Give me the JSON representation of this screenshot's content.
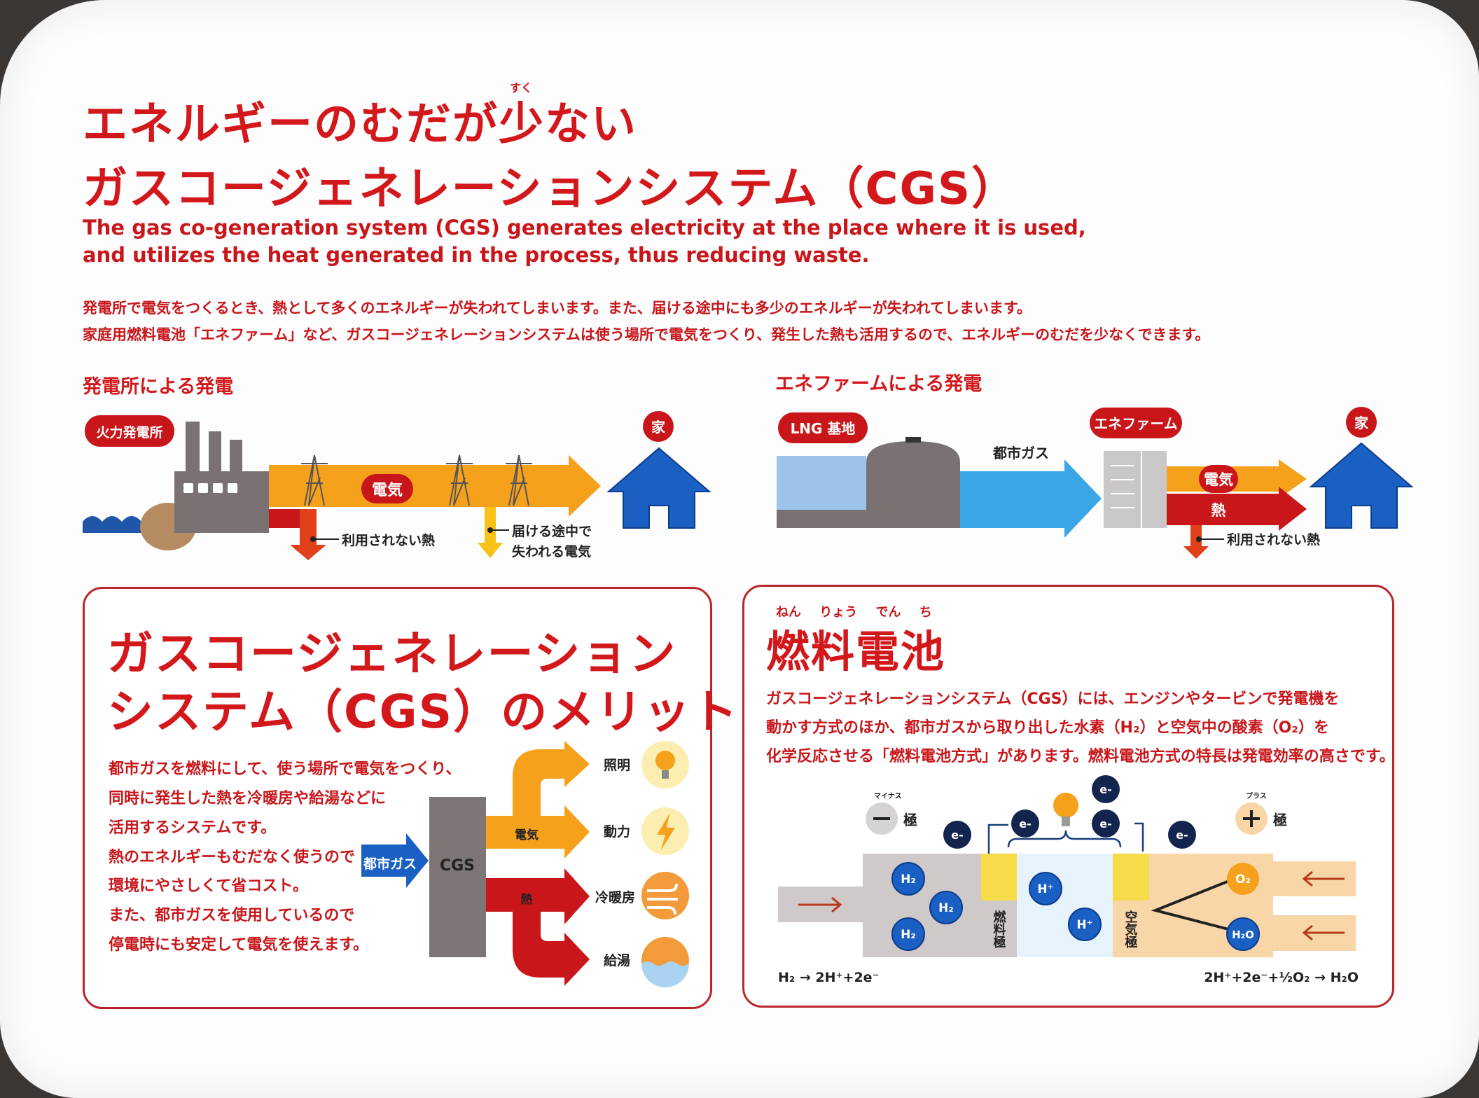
{
  "title": {
    "line1": "エネルギーのむだが少ない",
    "line1_ruby": "すく",
    "line2": "ガスコージェネレーションシステム（CGS）"
  },
  "english": [
    "The gas co-generation system (CGS) generates electricity at the place where it is used,",
    "and utilizes the heat generated in the process, thus reducing waste."
  ],
  "intro": [
    "発電所で電気をつくるとき、熱として多くのエネルギーが失われてしまいます。また、届ける途中にも多少のエネルギーが失われてしまいます。",
    "家庭用燃料電池「エネファーム」など、ガスコージェネレーションシステムは使う場所で電気をつくり、発生した熱も活用するので、エネルギーのむだを少なくできます。"
  ],
  "power_plant": {
    "heading": "発電所による発電",
    "badge": "火力発電所",
    "electricity": "電気",
    "unused_heat": "利用されない熱",
    "lost1": "届ける途中で",
    "lost2": "失われる電気",
    "home": "家"
  },
  "enefarm": {
    "heading": "エネファームによる発電",
    "lng_badge": "LNG 基地",
    "city_gas": "都市ガス",
    "unit_badge": "エネファーム",
    "electricity": "電気",
    "heat": "熱",
    "unused_heat": "利用されない熱",
    "home": "家"
  },
  "merit": {
    "heading1": "ガスコージェネレーション",
    "heading2": "システム（CGS）のメリット",
    "lines": [
      "都市ガスを燃料にして、使う場所で電気をつくり、",
      "同時に発生した熱を冷暖房や給湯などに",
      "活用するシステムです。",
      "熱のエネルギーもむだなく使うので",
      "環境にやさしくて省コスト。",
      "また、都市ガスを使用しているので",
      "停電時にも安定して電気を使えます。"
    ],
    "input": "都市ガス",
    "box": "CGS",
    "electricity": "電気",
    "heat": "熱",
    "uses": [
      {
        "label": "照明",
        "icon": "lightbulb-icon"
      },
      {
        "label": "動力",
        "icon": "lightning-icon"
      },
      {
        "label": "冷暖房",
        "icon": "wind-icon"
      },
      {
        "label": "給湯",
        "icon": "hot-water-icon"
      }
    ]
  },
  "fuel_cell": {
    "heading": "燃料電池",
    "heading_ruby": "ねん りょう でん ち",
    "lines": [
      "ガスコージェネレーションシステム（CGS）には、エンジンやタービンで発電機を",
      "動かす方式のほか、都市ガスから取り出した水素（H₂）と空気中の酸素（O₂）を",
      "化学反応させる「燃料電池方式」があります。燃料電池方式の特長は発電効率の高さです。"
    ],
    "minus": "極",
    "minus_ruby": "マイナス",
    "plus": "極",
    "plus_ruby": "プラス",
    "electron": "e-",
    "h2": "H₂",
    "hplus": "H⁺",
    "o2": "O₂",
    "h2o": "H₂O",
    "fuel_electrode": "燃料極",
    "air_electrode": "空気極",
    "eq_left": "H₂ → 2H⁺+2e⁻",
    "eq_right": "2H⁺+2e⁻+½O₂ → H₂O"
  },
  "colors": {
    "red": "#d3181c",
    "orange": "#f5a11c",
    "blue": "#1a5fc2",
    "sky": "#3aa6e6",
    "gray": "#7d7576"
  }
}
